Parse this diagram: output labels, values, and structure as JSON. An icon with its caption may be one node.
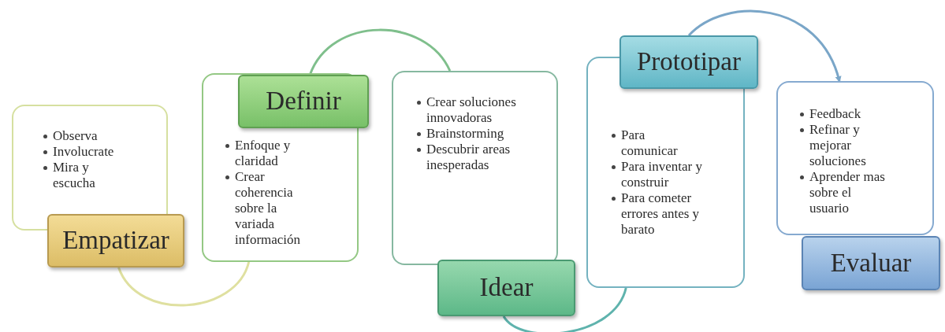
{
  "diagram": {
    "nodes": [
      {
        "text": [
          "Observa",
          "Involucrate",
          "Mira y escucha"
        ]
      },
      {
        "text": [
          "Empatizar"
        ]
      },
      {
        "text": [
          "Enfoque y claridad",
          "Crear coherencia sobre la variada información"
        ]
      },
      {
        "text": [
          "Definir"
        ]
      },
      {
        "text": [
          "Crear soluciones innovadoras",
          "Brainstorming",
          "Descubrir areas inesperadas"
        ]
      },
      {
        "text": [
          "Idear"
        ]
      },
      {
        "text": [
          "Para comunicar",
          "Para inventar y construir",
          "Para cometer errores antes y barato"
        ]
      },
      {
        "text": [
          "Prototipar"
        ]
      },
      {
        "text": [
          "Feedback",
          "Refinar y mejorar soluciones",
          "Aprender mas sobre el usuario"
        ]
      },
      {
        "text": [
          "Evaluar"
        ]
      }
    ],
    "edges": [
      {
        "from": 1,
        "to": 2,
        "arrow": "none",
        "color": "#dfe0a0"
      },
      {
        "from": 3,
        "to": 4,
        "arrow": "none",
        "color": "#7fbf8c"
      },
      {
        "from": 5,
        "to": 6,
        "arrow": "none",
        "color": "#5fb3ad"
      },
      {
        "from": 7,
        "to": 8,
        "arrow": "to",
        "color": "#7aa6c8"
      }
    ]
  }
}
